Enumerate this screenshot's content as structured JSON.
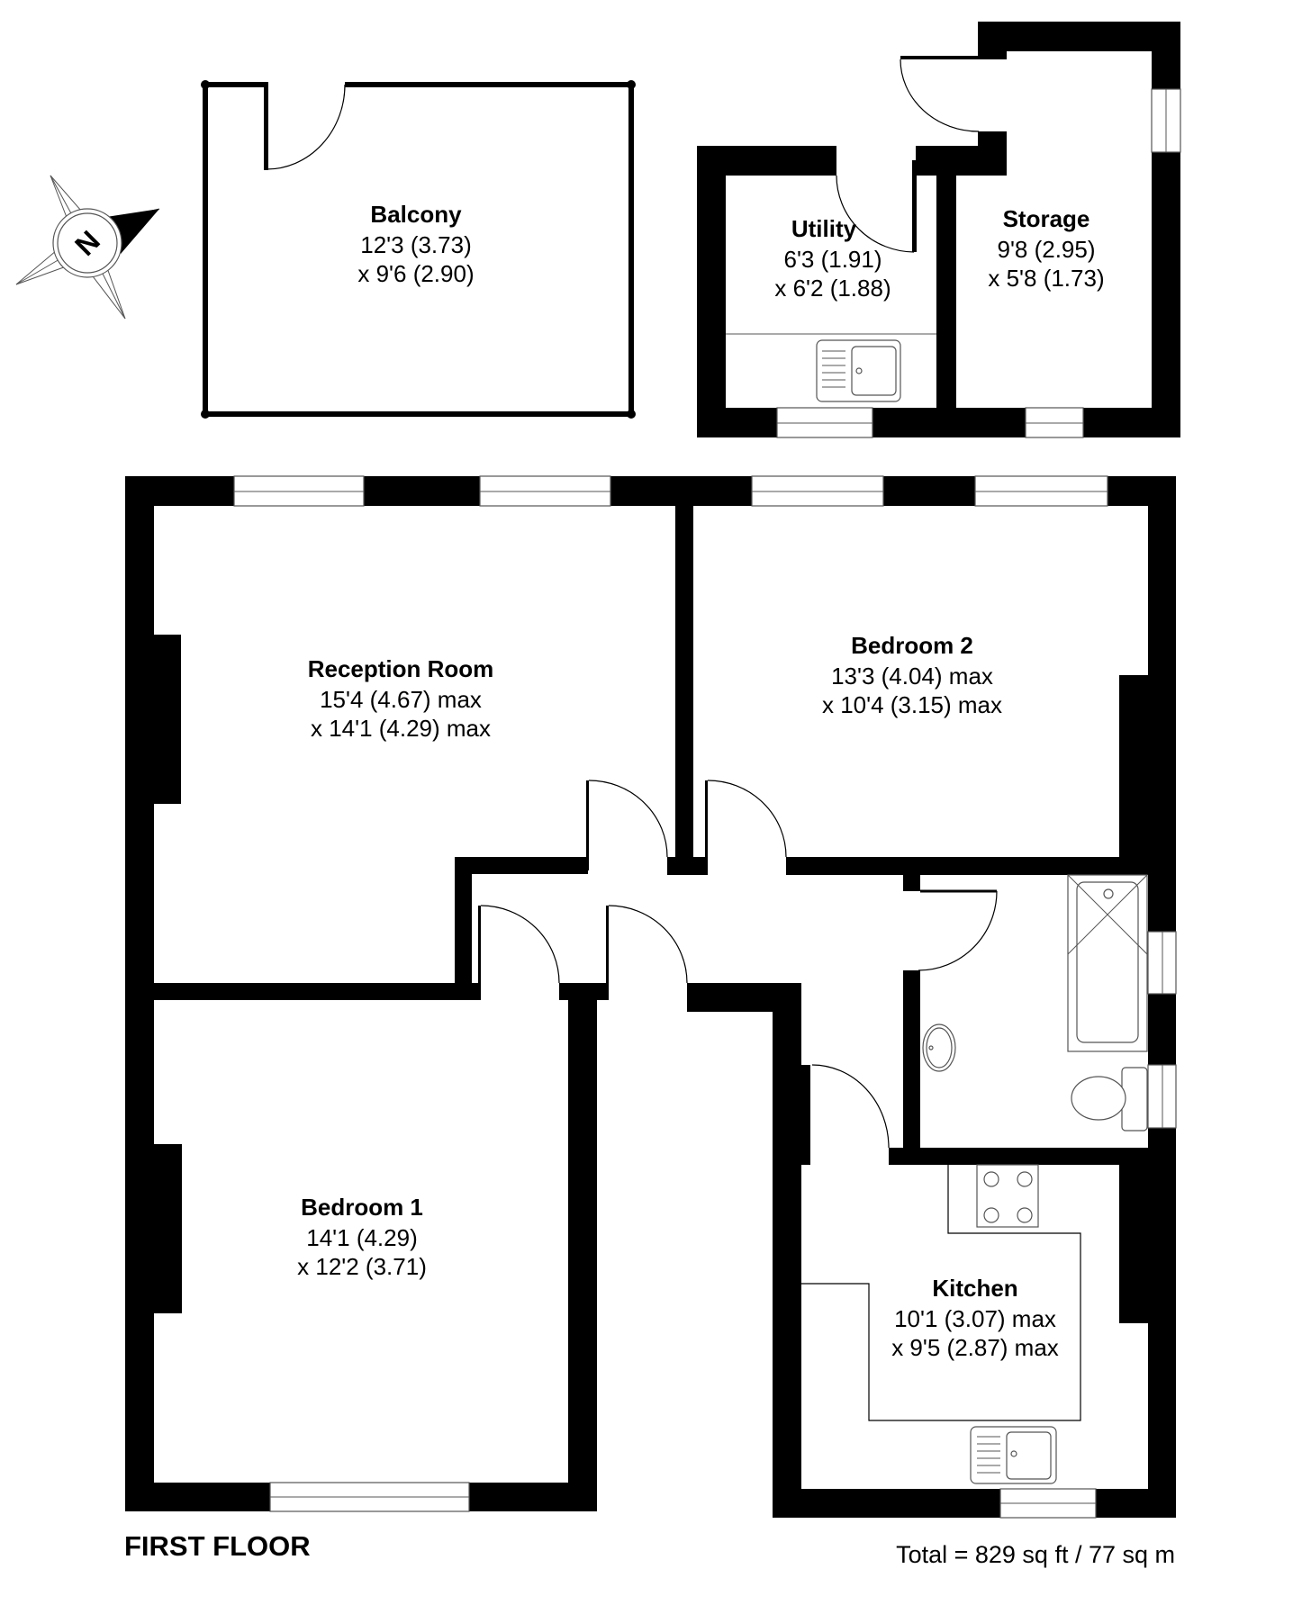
{
  "plan": {
    "floor_label": "FIRST FLOOR",
    "total_area": "Total = 829 sq ft / 77 sq m",
    "compass": {
      "letter": "N",
      "icon": "compass-rose-icon"
    }
  },
  "rooms": {
    "balcony": {
      "name": "Balcony",
      "dim1": "12'3 (3.73)",
      "dim2": "x 9'6 (2.90)"
    },
    "utility": {
      "name": "Utility",
      "dim1": "6'3 (1.91)",
      "dim2": "x 6'2 (1.88)"
    },
    "storage": {
      "name": "Storage",
      "dim1": "9'8 (2.95)",
      "dim2": "x 5'8 (1.73)"
    },
    "reception": {
      "name": "Reception Room",
      "dim1": "15'4 (4.67) max",
      "dim2": "x 14'1 (4.29) max"
    },
    "bedroom2": {
      "name": "Bedroom 2",
      "dim1": "13'3 (4.04) max",
      "dim2": "x 10'4 (3.15) max"
    },
    "bedroom1": {
      "name": "Bedroom 1",
      "dim1": "14'1 (4.29)",
      "dim2": "x 12'2 (3.71)"
    },
    "kitchen": {
      "name": "Kitchen",
      "dim1": "10'1 (3.07) max",
      "dim2": "x 9'5 (2.87) max"
    }
  }
}
